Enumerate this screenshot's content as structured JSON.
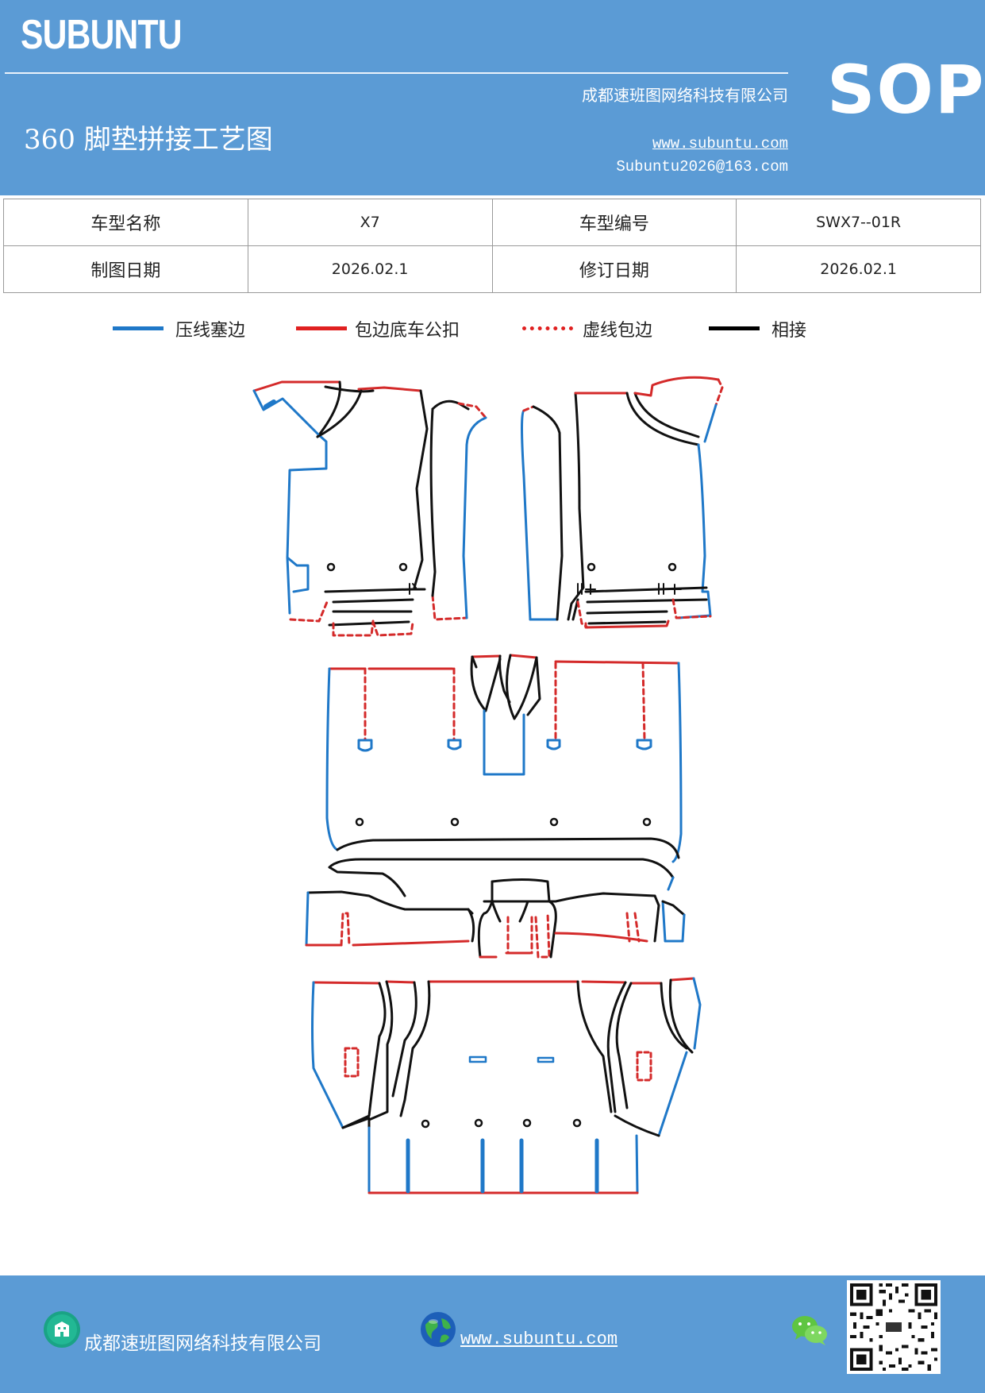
{
  "header": {
    "brand": "SUBUNTU",
    "company": "成都速班图网络科技有限公司",
    "title": "360 脚垫拼接工艺图",
    "url": "www.subuntu.com",
    "email": "Subuntu2026@163.com",
    "badge": "SOP"
  },
  "info": {
    "model_name_label": "车型名称",
    "model_name": "X7",
    "model_code_label": "车型编号",
    "model_code": "SWX7--01R",
    "draw_date_label": "制图日期",
    "draw_date": "2026.02.1",
    "revise_date_label": "修订日期",
    "revise_date": "2026.02.1"
  },
  "legend": {
    "items": [
      {
        "label": "压线塞边",
        "color": "#1f78c8",
        "style": "solid"
      },
      {
        "label": "包边底车公扣",
        "color": "#e02020",
        "style": "solid"
      },
      {
        "label": "虚线包边",
        "color": "#e02020",
        "style": "dotted"
      },
      {
        "label": "相接",
        "color": "#000000",
        "style": "solid"
      }
    ]
  },
  "colors": {
    "header_bg": "#5b9bd5",
    "blue_line": "#1f78c8",
    "red_line": "#d42a2a",
    "black_line": "#111111"
  },
  "footer": {
    "company": "成都速班图网络科技有限公司",
    "url": "www.subuntu.com",
    "icons": [
      "building-icon",
      "globe-icon",
      "wechat-icon",
      "qr-code"
    ]
  }
}
